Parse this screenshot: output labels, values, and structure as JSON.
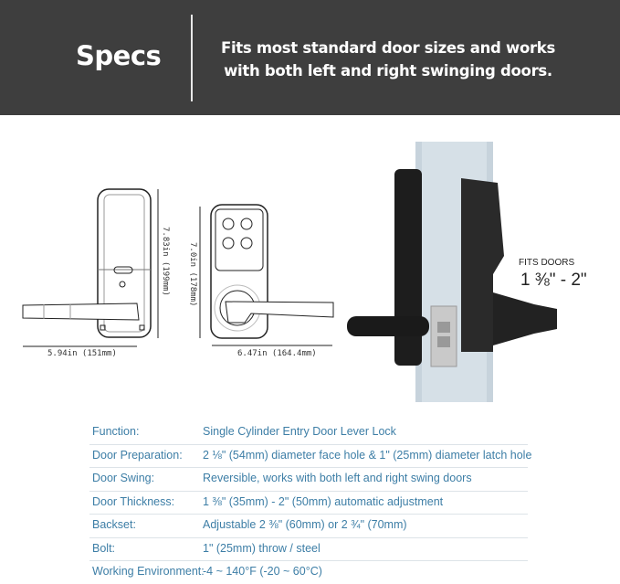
{
  "header": {
    "title": "Specs",
    "tagline_line1": "Fits most standard door sizes and works",
    "tagline_line2": "with both left and right swinging doors."
  },
  "diagram": {
    "side_view": {
      "height_label": "7.83in (199mm)",
      "width_label": "5.94in (151mm)"
    },
    "front_view": {
      "height_label": "7.0in (178mm)",
      "width_label": "6.47in (164.4mm)"
    },
    "fits_doors_label": "FITS DOORS",
    "fits_doors_value": "1 ⅜\" - 2\""
  },
  "colors": {
    "header_bg": "#3e3e3e",
    "spec_text": "#3d7ea6"
  },
  "specs": [
    {
      "label": "Function:",
      "value": "Single Cylinder Entry Door Lever Lock"
    },
    {
      "label": "Door Preparation:",
      "value": "2 ⅛\" (54mm) diameter face hole & 1\" (25mm) diameter latch hole"
    },
    {
      "label": "Door Swing:",
      "value": "Reversible, works with both left and right swing doors"
    },
    {
      "label": "Door Thickness:",
      "value": "1 ⅜\" (35mm) - 2\" (50mm) automatic adjustment"
    },
    {
      "label": "Backset:",
      "value": "Adjustable 2 ⅜\" (60mm) or 2 ¾\" (70mm)"
    },
    {
      "label": "Bolt:",
      "value": "1\" (25mm) throw / steel"
    },
    {
      "label": "Working Environment:",
      "value": "-4 ~ 140°F (-20 ~ 60°C)"
    }
  ]
}
